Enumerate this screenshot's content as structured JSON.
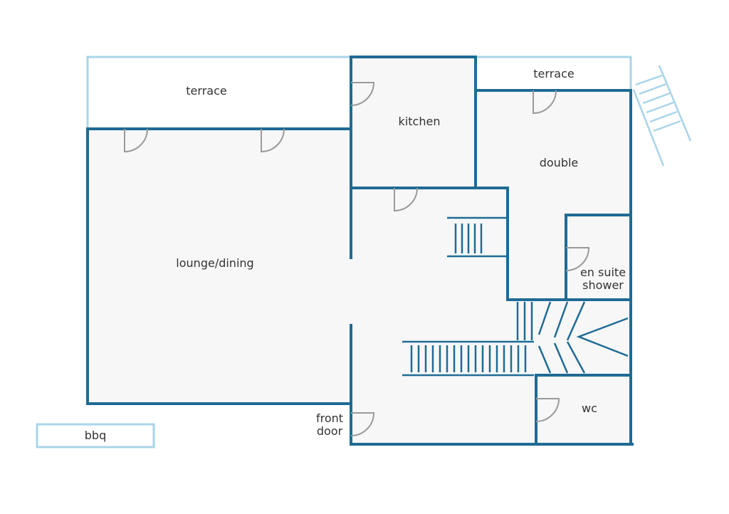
{
  "rooms": {
    "terrace_left": "terrace",
    "terrace_right": "terrace",
    "kitchen": "kitchen",
    "double": "double",
    "lounge_dining": "lounge/dining",
    "en_suite": "en suite",
    "shower": "shower",
    "front": "front",
    "door": "door",
    "wc": "wc",
    "bbq": "bbq"
  },
  "colors": {
    "wall": "#1f6b94",
    "outline_light": "#a8d4ea",
    "room_fill": "#f7f7f8",
    "door_swing": "#9a9a9a",
    "label_text": "#333333"
  }
}
